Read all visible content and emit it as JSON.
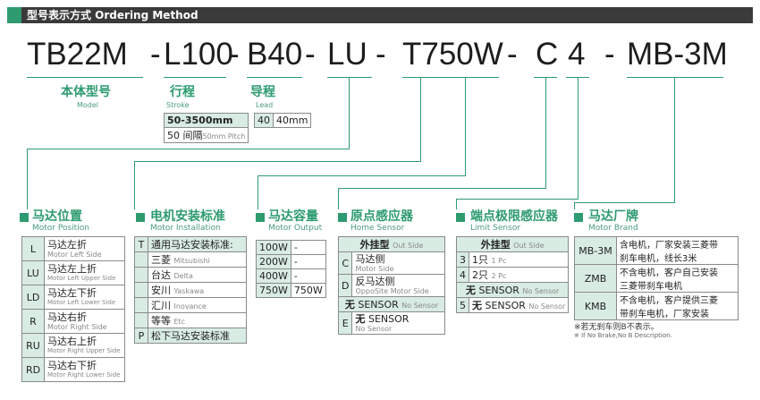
{
  "header": {
    "title": "型号表示方式 Ordering Method"
  },
  "code": {
    "p1": "TB22M",
    "d1": "-",
    "p2": "L100",
    "d2": "-",
    "p3": "B40",
    "d3": "-",
    "p4": "LU",
    "d4": "-",
    "p5": "T750W",
    "d5": "-",
    "p6": "C",
    "p7": "4",
    "d6": "-",
    "p8": "MB-3M"
  },
  "model": {
    "title": "本体型号",
    "sub": "Model"
  },
  "stroke": {
    "title": "行程",
    "sub": "Stroke",
    "row1": "50-3500mm",
    "row2a": "50 间隔",
    "row2b": "50mm Pitch"
  },
  "lead": {
    "title": "导程",
    "sub": "Lead",
    "code": "40",
    "value": "40mm"
  },
  "motor_position": {
    "title": "马达位置",
    "sub": "Motor Position",
    "rows": [
      {
        "code": "L",
        "cn": "马达左折",
        "en": "Motor Left Side"
      },
      {
        "code": "LU",
        "cn": "马达左上折",
        "en": "Motor Left Upper Side"
      },
      {
        "code": "LD",
        "cn": "马达左下折",
        "en": "Motor Left Lower Side"
      },
      {
        "code": "R",
        "cn": "马达右折",
        "en": "Motor Right Side"
      },
      {
        "code": "RU",
        "cn": "马达右上折",
        "en": "Motor Right Upper Side"
      },
      {
        "code": "RD",
        "cn": "马达右下折",
        "en": "Motor Right Lower Side"
      }
    ]
  },
  "motor_installation": {
    "title": "电机安装标准",
    "sub": "Motor Installation",
    "t_code": "T",
    "t_label": "通用马达安装标准:",
    "brands": [
      {
        "cn": "三菱",
        "en": "Mitsubishi"
      },
      {
        "cn": "台达",
        "en": "Delta"
      },
      {
        "cn": "安川",
        "en": "Yaskawa"
      },
      {
        "cn": "汇川",
        "en": "Inovance"
      },
      {
        "cn": "等等",
        "en": "Etc"
      }
    ],
    "p_code": "P",
    "p_label": "松下马达安装标准"
  },
  "motor_output": {
    "title": "马达容量",
    "sub": "Motor Output",
    "rows": [
      {
        "code": "100W",
        "val": "-"
      },
      {
        "code": "200W",
        "val": "-"
      },
      {
        "code": "400W",
        "val": "-"
      },
      {
        "code": "750W",
        "val": "750W"
      }
    ]
  },
  "home_sensor": {
    "title": "原点感应器",
    "sub": "Home Sensor",
    "head_cn": "外挂型",
    "head_en": "Out Side",
    "rows": [
      {
        "code": "C",
        "cn": "马达侧",
        "en": "Motor Side"
      },
      {
        "code": "D",
        "cn": "反马达侧",
        "en": "OppoSite Motor Side"
      }
    ],
    "none_cn": "无",
    "none_s": "SENSOR",
    "none_en": "No Sensor",
    "e_code": "E",
    "e_cn": "无",
    "e_s": "SENSOR",
    "e_en": "No Sensor"
  },
  "limit_sensor": {
    "title": "端点极限感应器",
    "sub": "Limit Sensor",
    "head_cn": "外挂型",
    "head_en": "Out Side",
    "rows": [
      {
        "code": "3",
        "cn": "1只",
        "en": "1 Pc"
      },
      {
        "code": "4",
        "cn": "2只",
        "en": "2 Pc"
      }
    ],
    "none_cn": "无",
    "none_s": "SENSOR",
    "none_en": "No Sensor",
    "five_code": "5",
    "five_cn": "无",
    "five_s": "SENSOR",
    "five_en": "No Sensor"
  },
  "motor_brand": {
    "title": "马达厂牌",
    "sub": "Motor Brand",
    "rows": [
      {
        "code": "MB-3M",
        "l1": "含电机，厂家安装三菱带",
        "l2": "刹车电机，线长3米"
      },
      {
        "code": "ZMB",
        "l1": "不含电机，客户自己安装",
        "l2": "三菱带刹车电机"
      },
      {
        "code": "KMB",
        "l1": "不含电机，客户提供三菱",
        "l2": "带刹车电机，厂家安装"
      }
    ],
    "note": "※若无刹车则B不表示。",
    "note_en": "※ If No Brake,No B Description."
  },
  "colors": {
    "accent": "#2d9b6f",
    "header": "#3a3a3a",
    "cell": "#d9ece4"
  }
}
